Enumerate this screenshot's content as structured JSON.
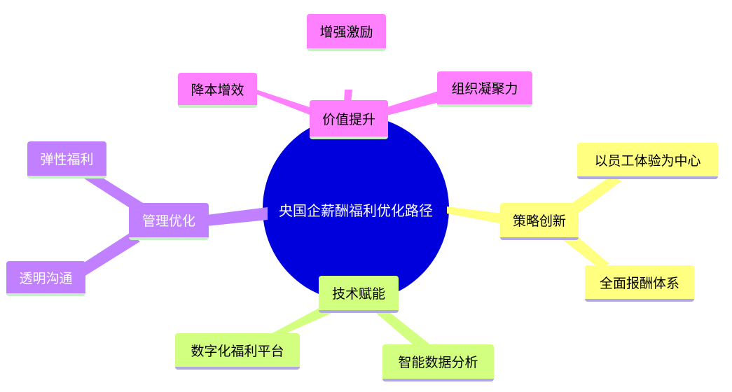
{
  "center": {
    "label": "央国企薪酬福利优化路径",
    "color": "#0000dd"
  },
  "branches": {
    "value": {
      "label": "价值提升",
      "color": "#ff80ff",
      "children": [
        "增强激励",
        "降本增效",
        "组织凝聚力"
      ]
    },
    "management": {
      "label": "管理优化",
      "color": "#c080ff",
      "children": [
        "弹性福利",
        "透明沟通"
      ]
    },
    "strategy": {
      "label": "策略创新",
      "color": "#ffff80",
      "children": [
        "以员工体验为中心",
        "全面报酬体系"
      ]
    },
    "technology": {
      "label": "技术赋能",
      "color": "#d2ff80",
      "children": [
        "数字化福利平台",
        "智能数据分析"
      ]
    }
  }
}
